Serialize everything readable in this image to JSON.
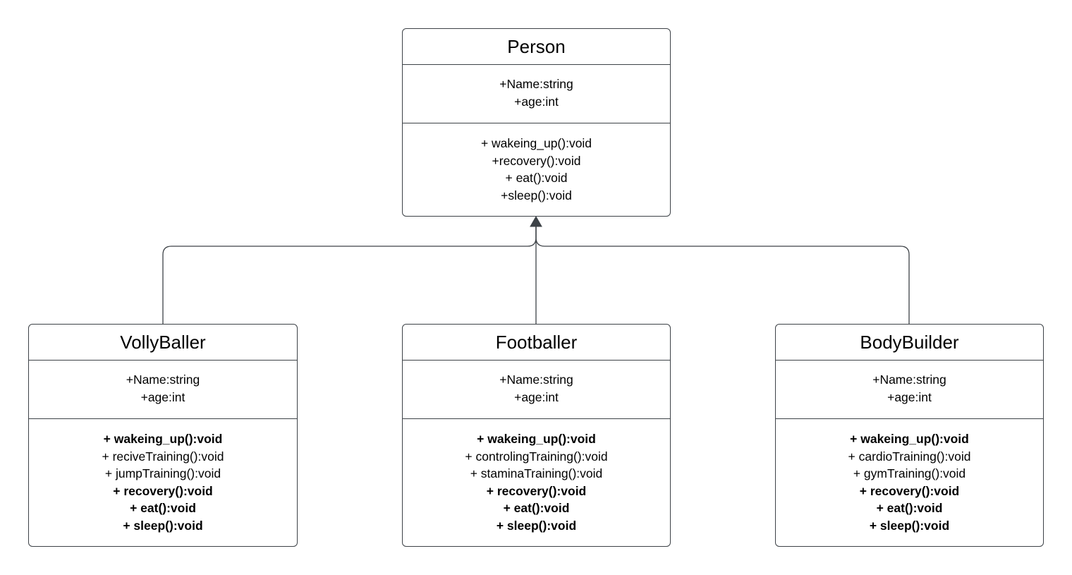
{
  "colors": {
    "stroke": "#3d4247",
    "text": "#000000",
    "background": "#ffffff"
  },
  "classes": [
    {
      "id": "person",
      "name": "Person",
      "attributes": [
        {
          "text": "+Name:string"
        },
        {
          "text": "+age:int"
        }
      ],
      "methods": [
        {
          "text": "+ wakeing_up():void",
          "bold": false
        },
        {
          "text": "+recovery():void",
          "bold": false
        },
        {
          "text": "+ eat():void",
          "bold": false
        },
        {
          "text": "+sleep():void",
          "bold": false
        }
      ]
    },
    {
      "id": "vollyballer",
      "name": "VollyBaller",
      "attributes": [
        {
          "text": "+Name:string"
        },
        {
          "text": "+age:int"
        }
      ],
      "methods": [
        {
          "text": "+ wakeing_up():void",
          "bold": true
        },
        {
          "text": "+ reciveTraining():void",
          "bold": false
        },
        {
          "text": "+ jumpTraining():void",
          "bold": false
        },
        {
          "text": "+ recovery():void",
          "bold": true
        },
        {
          "text": "+ eat():void",
          "bold": true
        },
        {
          "text": "+ sleep():void",
          "bold": true
        }
      ]
    },
    {
      "id": "footballer",
      "name": "Footballer",
      "attributes": [
        {
          "text": "+Name:string"
        },
        {
          "text": "+age:int"
        }
      ],
      "methods": [
        {
          "text": "+ wakeing_up():void",
          "bold": true
        },
        {
          "text": "+ controlingTraining():void",
          "bold": false
        },
        {
          "text": "+ staminaTraining():void",
          "bold": false
        },
        {
          "text": "+ recovery():void",
          "bold": true
        },
        {
          "text": "+ eat():void",
          "bold": true
        },
        {
          "text": "+ sleep():void",
          "bold": true
        }
      ]
    },
    {
      "id": "bodybuilder",
      "name": "BodyBuilder",
      "attributes": [
        {
          "text": "+Name:string"
        },
        {
          "text": "+age:int"
        }
      ],
      "methods": [
        {
          "text": "+ wakeing_up():void",
          "bold": true
        },
        {
          "text": "+ cardioTraining():void",
          "bold": false
        },
        {
          "text": "+ gymTraining():void",
          "bold": false
        },
        {
          "text": "+ recovery():void",
          "bold": true
        },
        {
          "text": "+ eat():void",
          "bold": true
        },
        {
          "text": "+ sleep():void",
          "bold": true
        }
      ]
    }
  ],
  "relations": [
    {
      "type": "inheritance",
      "from": "vollyballer",
      "to": "person"
    },
    {
      "type": "inheritance",
      "from": "footballer",
      "to": "person"
    },
    {
      "type": "inheritance",
      "from": "bodybuilder",
      "to": "person"
    }
  ]
}
